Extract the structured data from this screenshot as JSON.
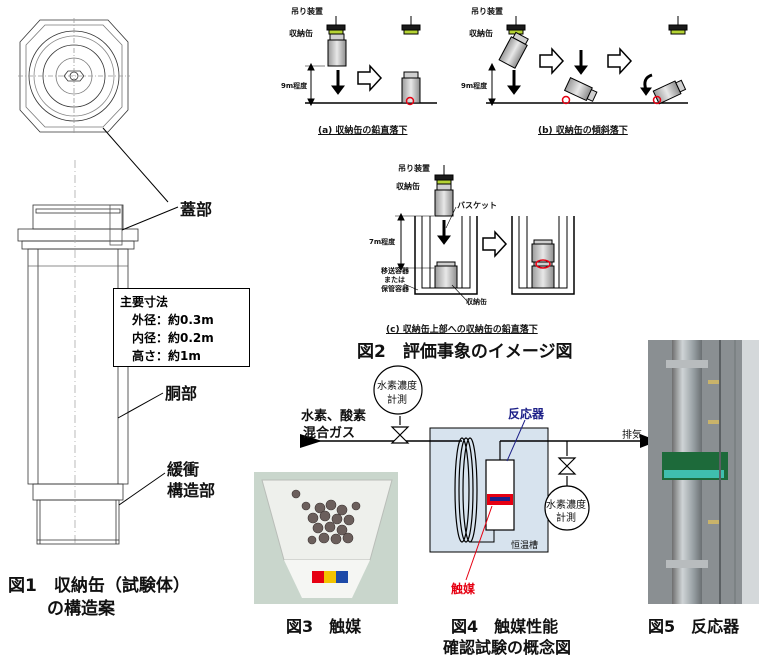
{
  "fig1": {
    "lid_label": "蓋部",
    "body_label": "胴部",
    "buffer_label_line1": "緩衝",
    "buffer_label_line2": "構造部",
    "dims_title": "主要寸法",
    "dims": [
      "外径：約0.3m",
      "内径：約0.2m",
      "高さ：約1m"
    ],
    "caption_line1": "図1　収納缶（試験体）",
    "caption_line2": "の構造案"
  },
  "fig2": {
    "hoist": "吊り装置",
    "canister": "収納缶",
    "height_9m": "9m程度",
    "height_7m": "7m程度",
    "basket": "バスケット",
    "container_lines": [
      "移送容器",
      "または",
      "保管容器"
    ],
    "canister_bottom": "収納缶",
    "cap_a": "(a) 収納缶の鉛直落下",
    "cap_b": "(b) 収納缶の傾斜落下",
    "cap_c": "(c) 収納缶上部への収納缶の鉛直落下",
    "caption": "図2　評価事象のイメージ図"
  },
  "fig3": {
    "caption": "図3　触媒"
  },
  "fig4": {
    "gas_line1": "水素、酸素",
    "gas_line2": "混合ガス",
    "meter1_line1": "水素濃度",
    "meter1_line2": "計測",
    "meter2_line1": "水素濃度",
    "meter2_line2": "計測",
    "reactor": "反応器",
    "exhaust": "排気",
    "catalyst": "触媒",
    "bath": "恒温槽",
    "caption_line1": "図4　触媒性能",
    "caption_line2": "確認試験の概念図"
  },
  "fig5": {
    "caption": "図5　反応器"
  },
  "colors": {
    "red": "#e60012",
    "blue": "#1d2088",
    "lime": "#b5d334",
    "bath_bg": "#d7e3ee"
  }
}
